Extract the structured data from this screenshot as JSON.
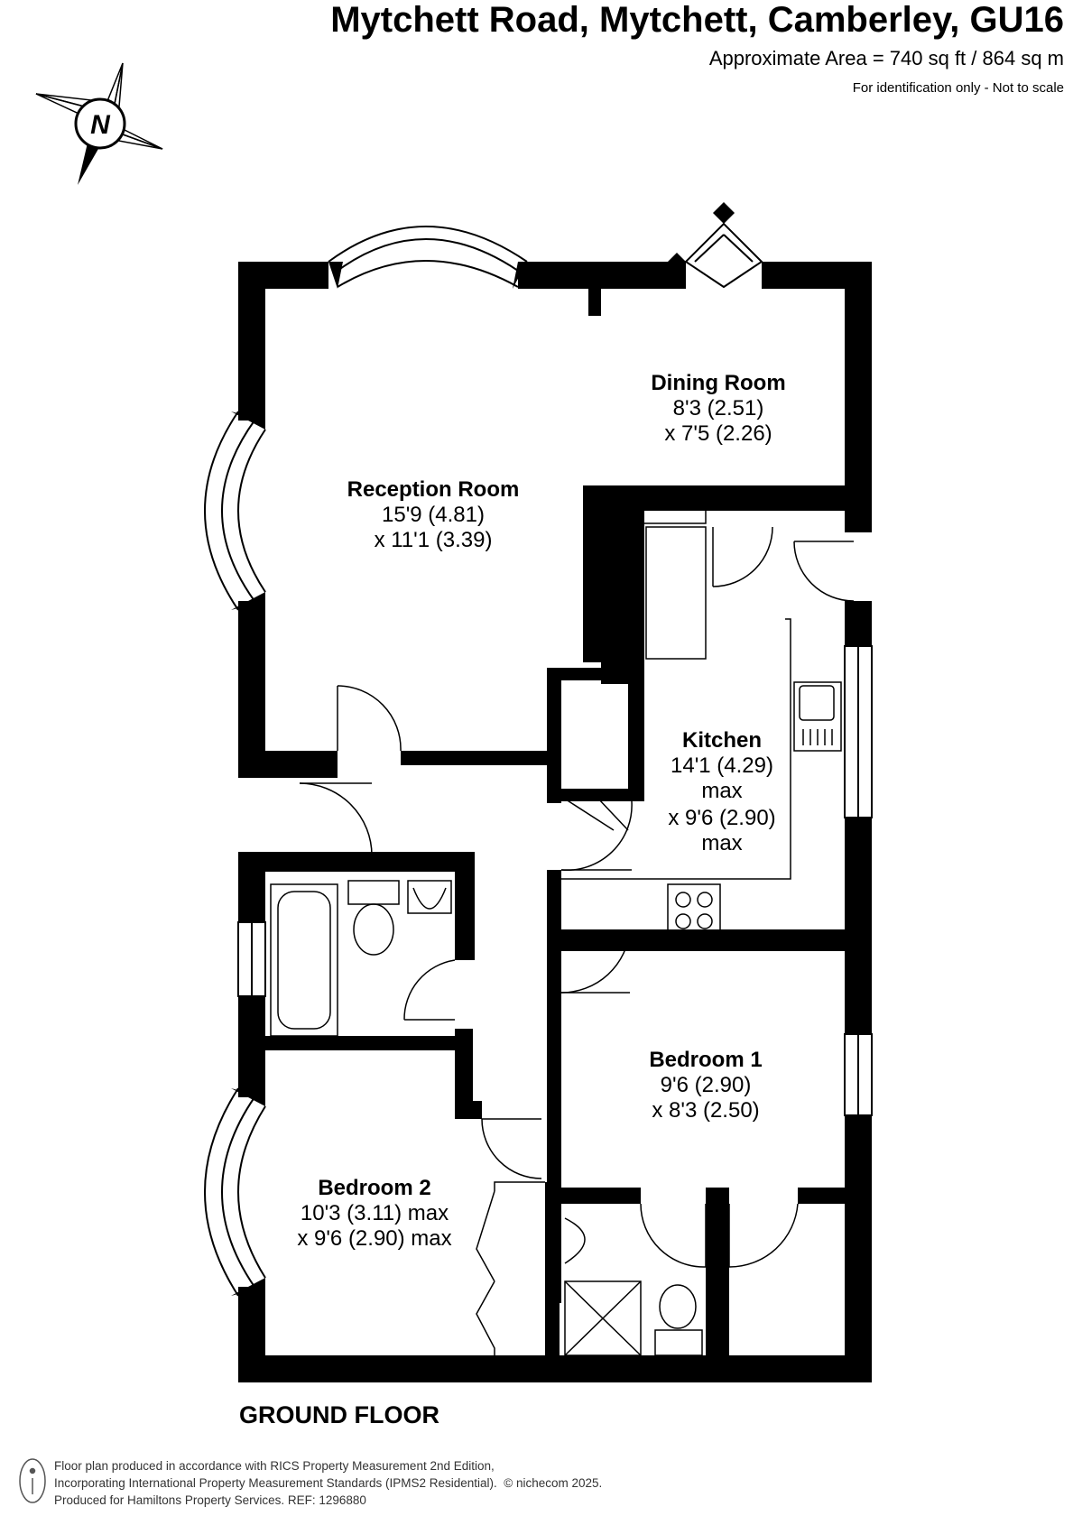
{
  "header": {
    "title": "Mytchett Road, Mytchett, Camberley, GU16",
    "area": "Approximate Area = 740 sq ft / 864 sq m",
    "note": "For identification only - Not to scale"
  },
  "compass": {
    "letter": "N",
    "icon": "north-compass-icon"
  },
  "rooms": [
    {
      "id": "reception-room",
      "name": "Reception Room",
      "dims": [
        "15'9 (4.81)",
        "x 11'1 (3.39)"
      ]
    },
    {
      "id": "dining-room",
      "name": "Dining Room",
      "dims": [
        "8'3 (2.51)",
        "x 7'5 (2.26)"
      ]
    },
    {
      "id": "kitchen",
      "name": "Kitchen",
      "dims": [
        "14'1 (4.29)",
        "max",
        "x 9'6 (2.90)",
        "max"
      ]
    },
    {
      "id": "bedroom-1",
      "name": "Bedroom 1",
      "dims": [
        "9'6 (2.90)",
        "x 8'3 (2.50)"
      ]
    },
    {
      "id": "bedroom-2",
      "name": "Bedroom 2",
      "dims": [
        "10'3 (3.11) max",
        "x 9'6 (2.90) max"
      ]
    }
  ],
  "floor_label": "GROUND FLOOR",
  "footer": {
    "lines": [
      "Floor plan produced in accordance with RICS Property Measurement 2nd Edition,",
      "Incorporating International Property Measurement Standards (IPMS2 Residential).",
      "Produced for Hamiltons Property Services.   REF: 1296880"
    ],
    "copyright": "© nichecom 2025."
  },
  "colors": {
    "wall": "#000000",
    "fixture": "#000000",
    "background": "#ffffff"
  }
}
